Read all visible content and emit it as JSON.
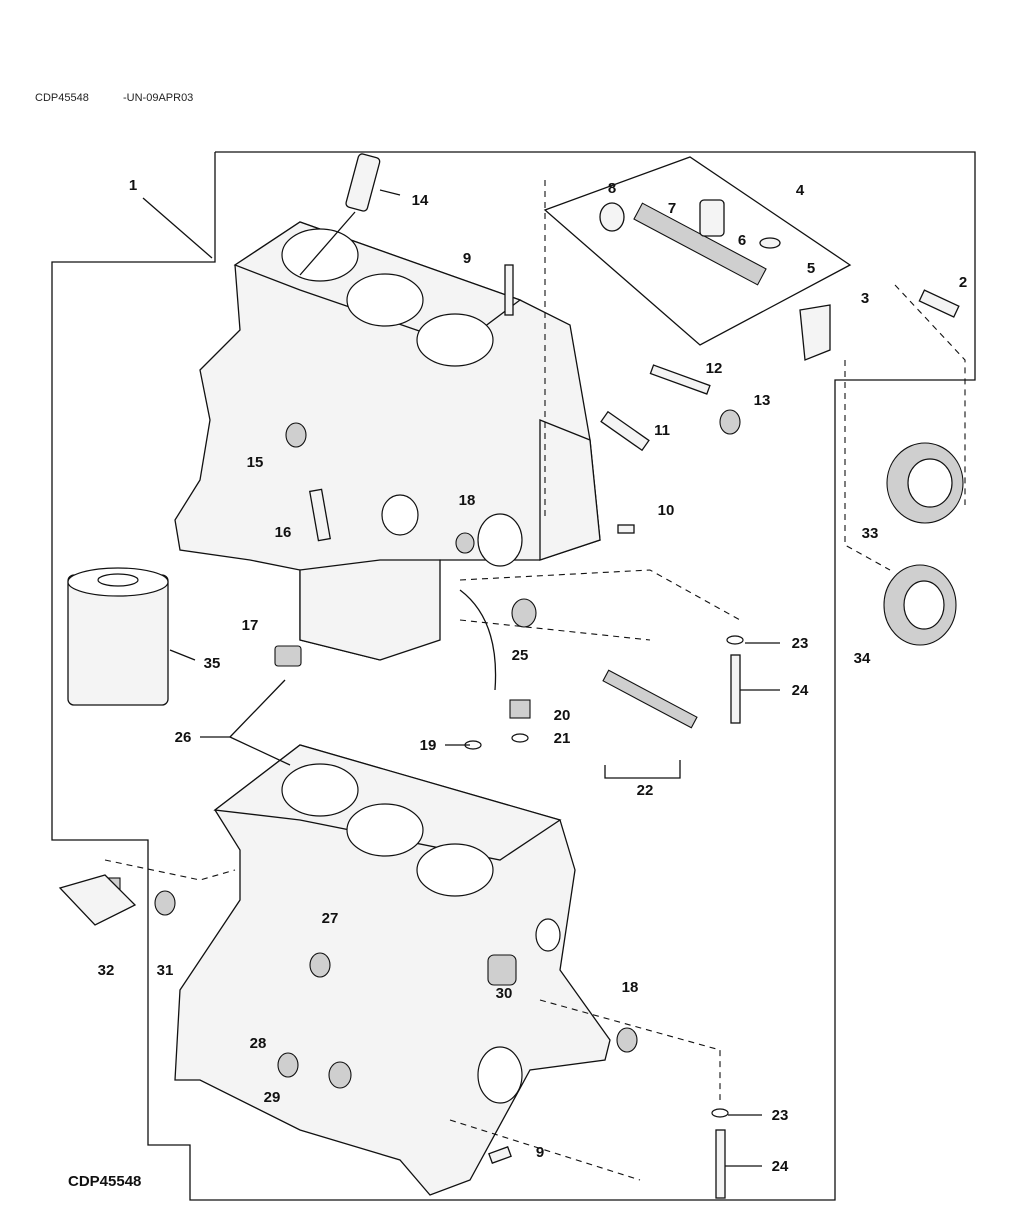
{
  "header": {
    "figure_id": "CDP45548",
    "code": "-UN-09APR03"
  },
  "footer_id": "CDP45548",
  "callouts": [
    "1",
    "14",
    "8",
    "4",
    "7",
    "9",
    "6",
    "5",
    "2",
    "3",
    "12",
    "13",
    "11",
    "15",
    "18",
    "10",
    "16",
    "33",
    "17",
    "23",
    "25",
    "35",
    "34",
    "24",
    "20",
    "26",
    "19",
    "21",
    "22",
    "27",
    "32",
    "31",
    "30",
    "18",
    "28",
    "29",
    "23",
    "9",
    "24"
  ]
}
